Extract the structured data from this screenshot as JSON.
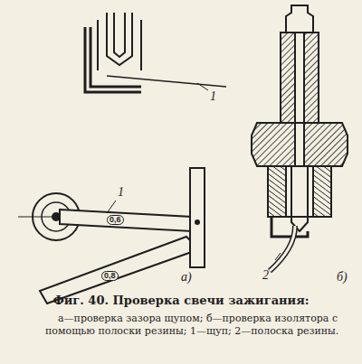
{
  "diagram": {
    "caption": "Фиг. 40. Проверка свечи зажигания:",
    "labels": [
      "1",
      "1",
      "0,6",
      "0,8",
      "а)",
      "б)",
      "2",
      "а—проверка зазора щупом; б—проверка изолятора с помощью полоски резины; 1—щуп; 2—полоска резины."
    ]
  }
}
